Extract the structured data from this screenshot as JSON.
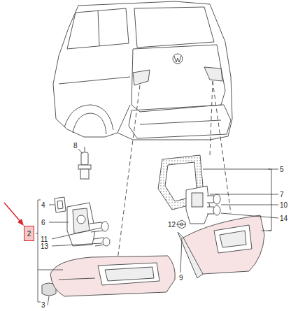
{
  "diagram": {
    "nodes": [
      {
        "text": [
          "2"
        ]
      }
    ],
    "labels": [
      "8",
      "4",
      "6",
      "11",
      "13",
      "3",
      "5",
      "7",
      "10",
      "12",
      "14",
      "9"
    ]
  }
}
